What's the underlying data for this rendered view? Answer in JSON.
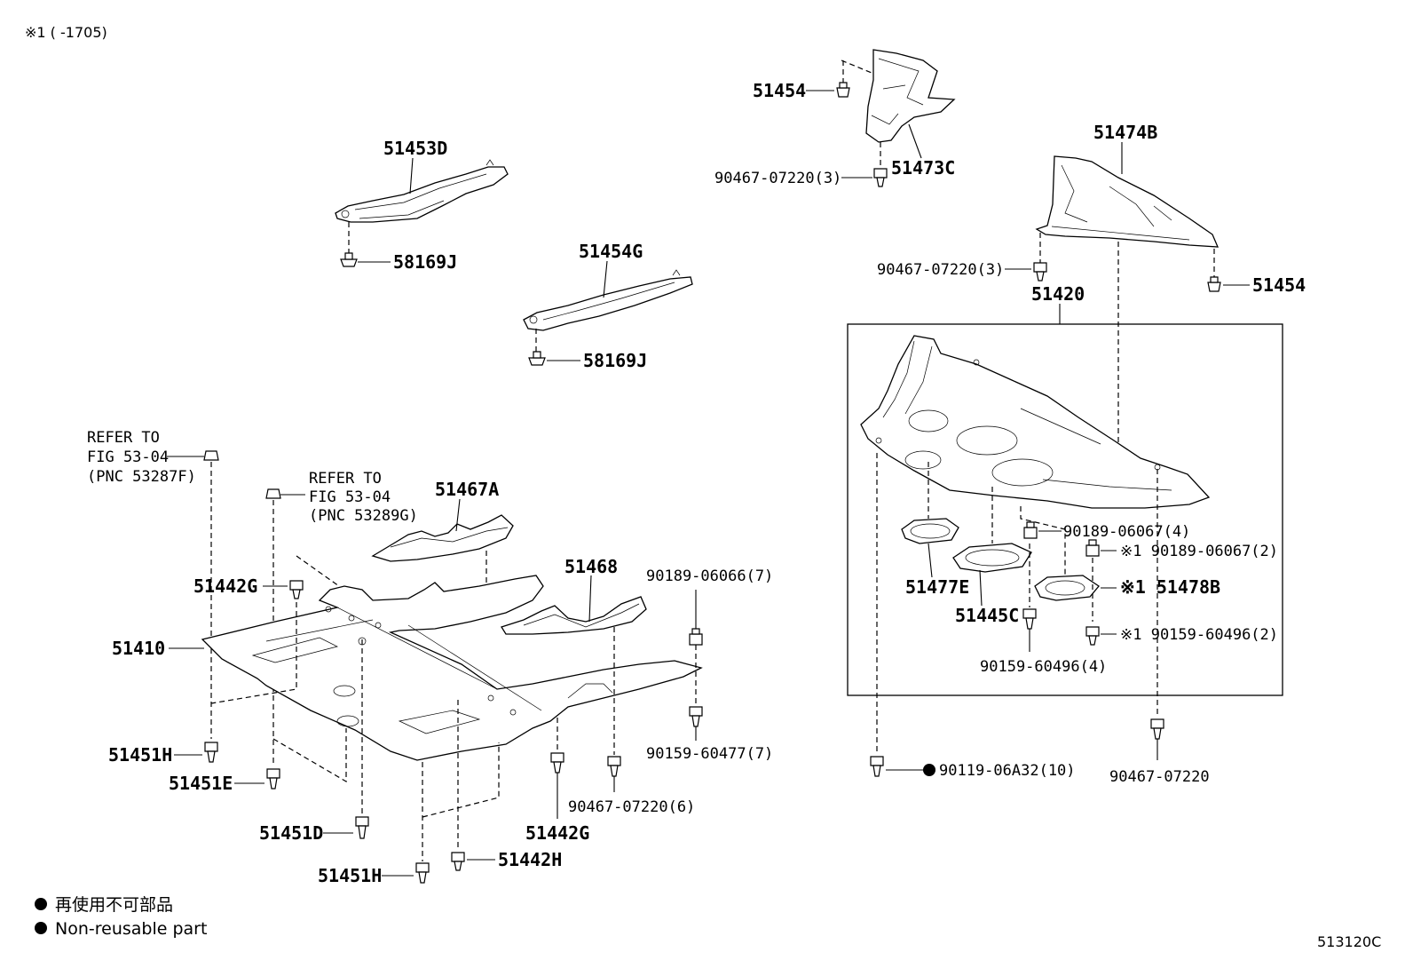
{
  "note_top": "※1 (      -1705)",
  "figure_code": "513120C",
  "legend": {
    "jp": "再使用不可部品",
    "en": "Non-reusable part",
    "dot_symbol": "●"
  },
  "labels": {
    "p51454_top": "51454",
    "p51473C": "51473C",
    "p90467_07220_3a": "90467-07220(3)",
    "p51474B": "51474B",
    "p90467_07220_3b": "90467-07220(3)",
    "p51454_right": "51454",
    "p51420": "51420",
    "p51453D": "51453D",
    "p58169J_a": "58169J",
    "p51454G": "51454G",
    "p58169J_b": "58169J",
    "refer1_l1": "REFER TO",
    "refer1_l2": "FIG 53-04",
    "refer1_l3": "(PNC 53287F)",
    "refer2_l1": "REFER TO",
    "refer2_l2": "FIG 53-04",
    "refer2_l3": "(PNC 53289G)",
    "p51467A": "51467A",
    "p51468": "51468",
    "p90189_06066_7": "90189-06066(7)",
    "p51442G_a": "51442G",
    "p51410": "51410",
    "p90159_60477_7": "90159-60477(7)",
    "p51451H_a": "51451H",
    "p51451E": "51451E",
    "p51451D": "51451D",
    "p51451H_b": "51451H",
    "p51442H": "51442H",
    "p51442G_b": "51442G",
    "p90467_07220_6": "90467-07220(6)",
    "p90189_06067_4": "90189-06067(4)",
    "p90189_06067_2": "※1 90189-06067(2)",
    "p51477E": "51477E",
    "p51478B": "※1 51478B",
    "p51445C": "51445C",
    "p90159_60496_2": "※1 90159-60496(2)",
    "p90159_60496_4": "90159-60496(4)",
    "p90119_06A32_10": "90119-06A32(10)",
    "p90467_07220": "90467-07220"
  },
  "colors": {
    "line": "#000000",
    "background": "#ffffff"
  }
}
